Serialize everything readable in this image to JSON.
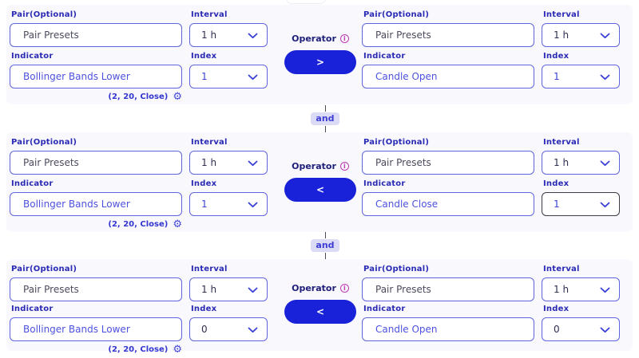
{
  "labels": {
    "pair": "Pair(Optional)",
    "interval": "Interval",
    "indicator": "Indicator",
    "index": "Index",
    "operator": "Operator",
    "info": "i",
    "connector": "and",
    "gear": "⚙"
  },
  "conditions": [
    {
      "operator": ">",
      "left": {
        "pair": "Pair Presets",
        "interval": "1 h",
        "indicator": "Bollinger Bands Lower",
        "index": "1",
        "params": "(2, 20, Close)"
      },
      "right": {
        "pair": "Pair Presets",
        "interval": "1 h",
        "indicator": "Candle Open",
        "index": "1"
      }
    },
    {
      "operator": "<",
      "left": {
        "pair": "Pair Presets",
        "interval": "1 h",
        "indicator": "Bollinger Bands Lower",
        "index": "1",
        "params": "(2, 20, Close)"
      },
      "right": {
        "pair": "Pair Presets",
        "interval": "1 h",
        "indicator": "Candle Close",
        "index": "1"
      }
    },
    {
      "operator": "<",
      "left": {
        "pair": "Pair Presets",
        "interval": "1 h",
        "indicator": "Bollinger Bands Lower",
        "index": "0",
        "params": "(2, 20, Close)"
      },
      "right": {
        "pair": "Pair Presets",
        "interval": "1 h",
        "indicator": "Candle Open",
        "index": "0"
      }
    }
  ],
  "colors": {
    "row_bg": "#f8f8fd",
    "accent_button_blue": "#1a22d9",
    "input_border_blue": "#6064dd",
    "label_blue": "#2a2ab5",
    "indicator_text_blue": "#4d51e0",
    "index_value_blue": "#3c42da",
    "focused_border_dark": "#3c3c44",
    "info_icon_pink": "#c03ab8",
    "connector_chip_bg": "#dbdbf6"
  }
}
